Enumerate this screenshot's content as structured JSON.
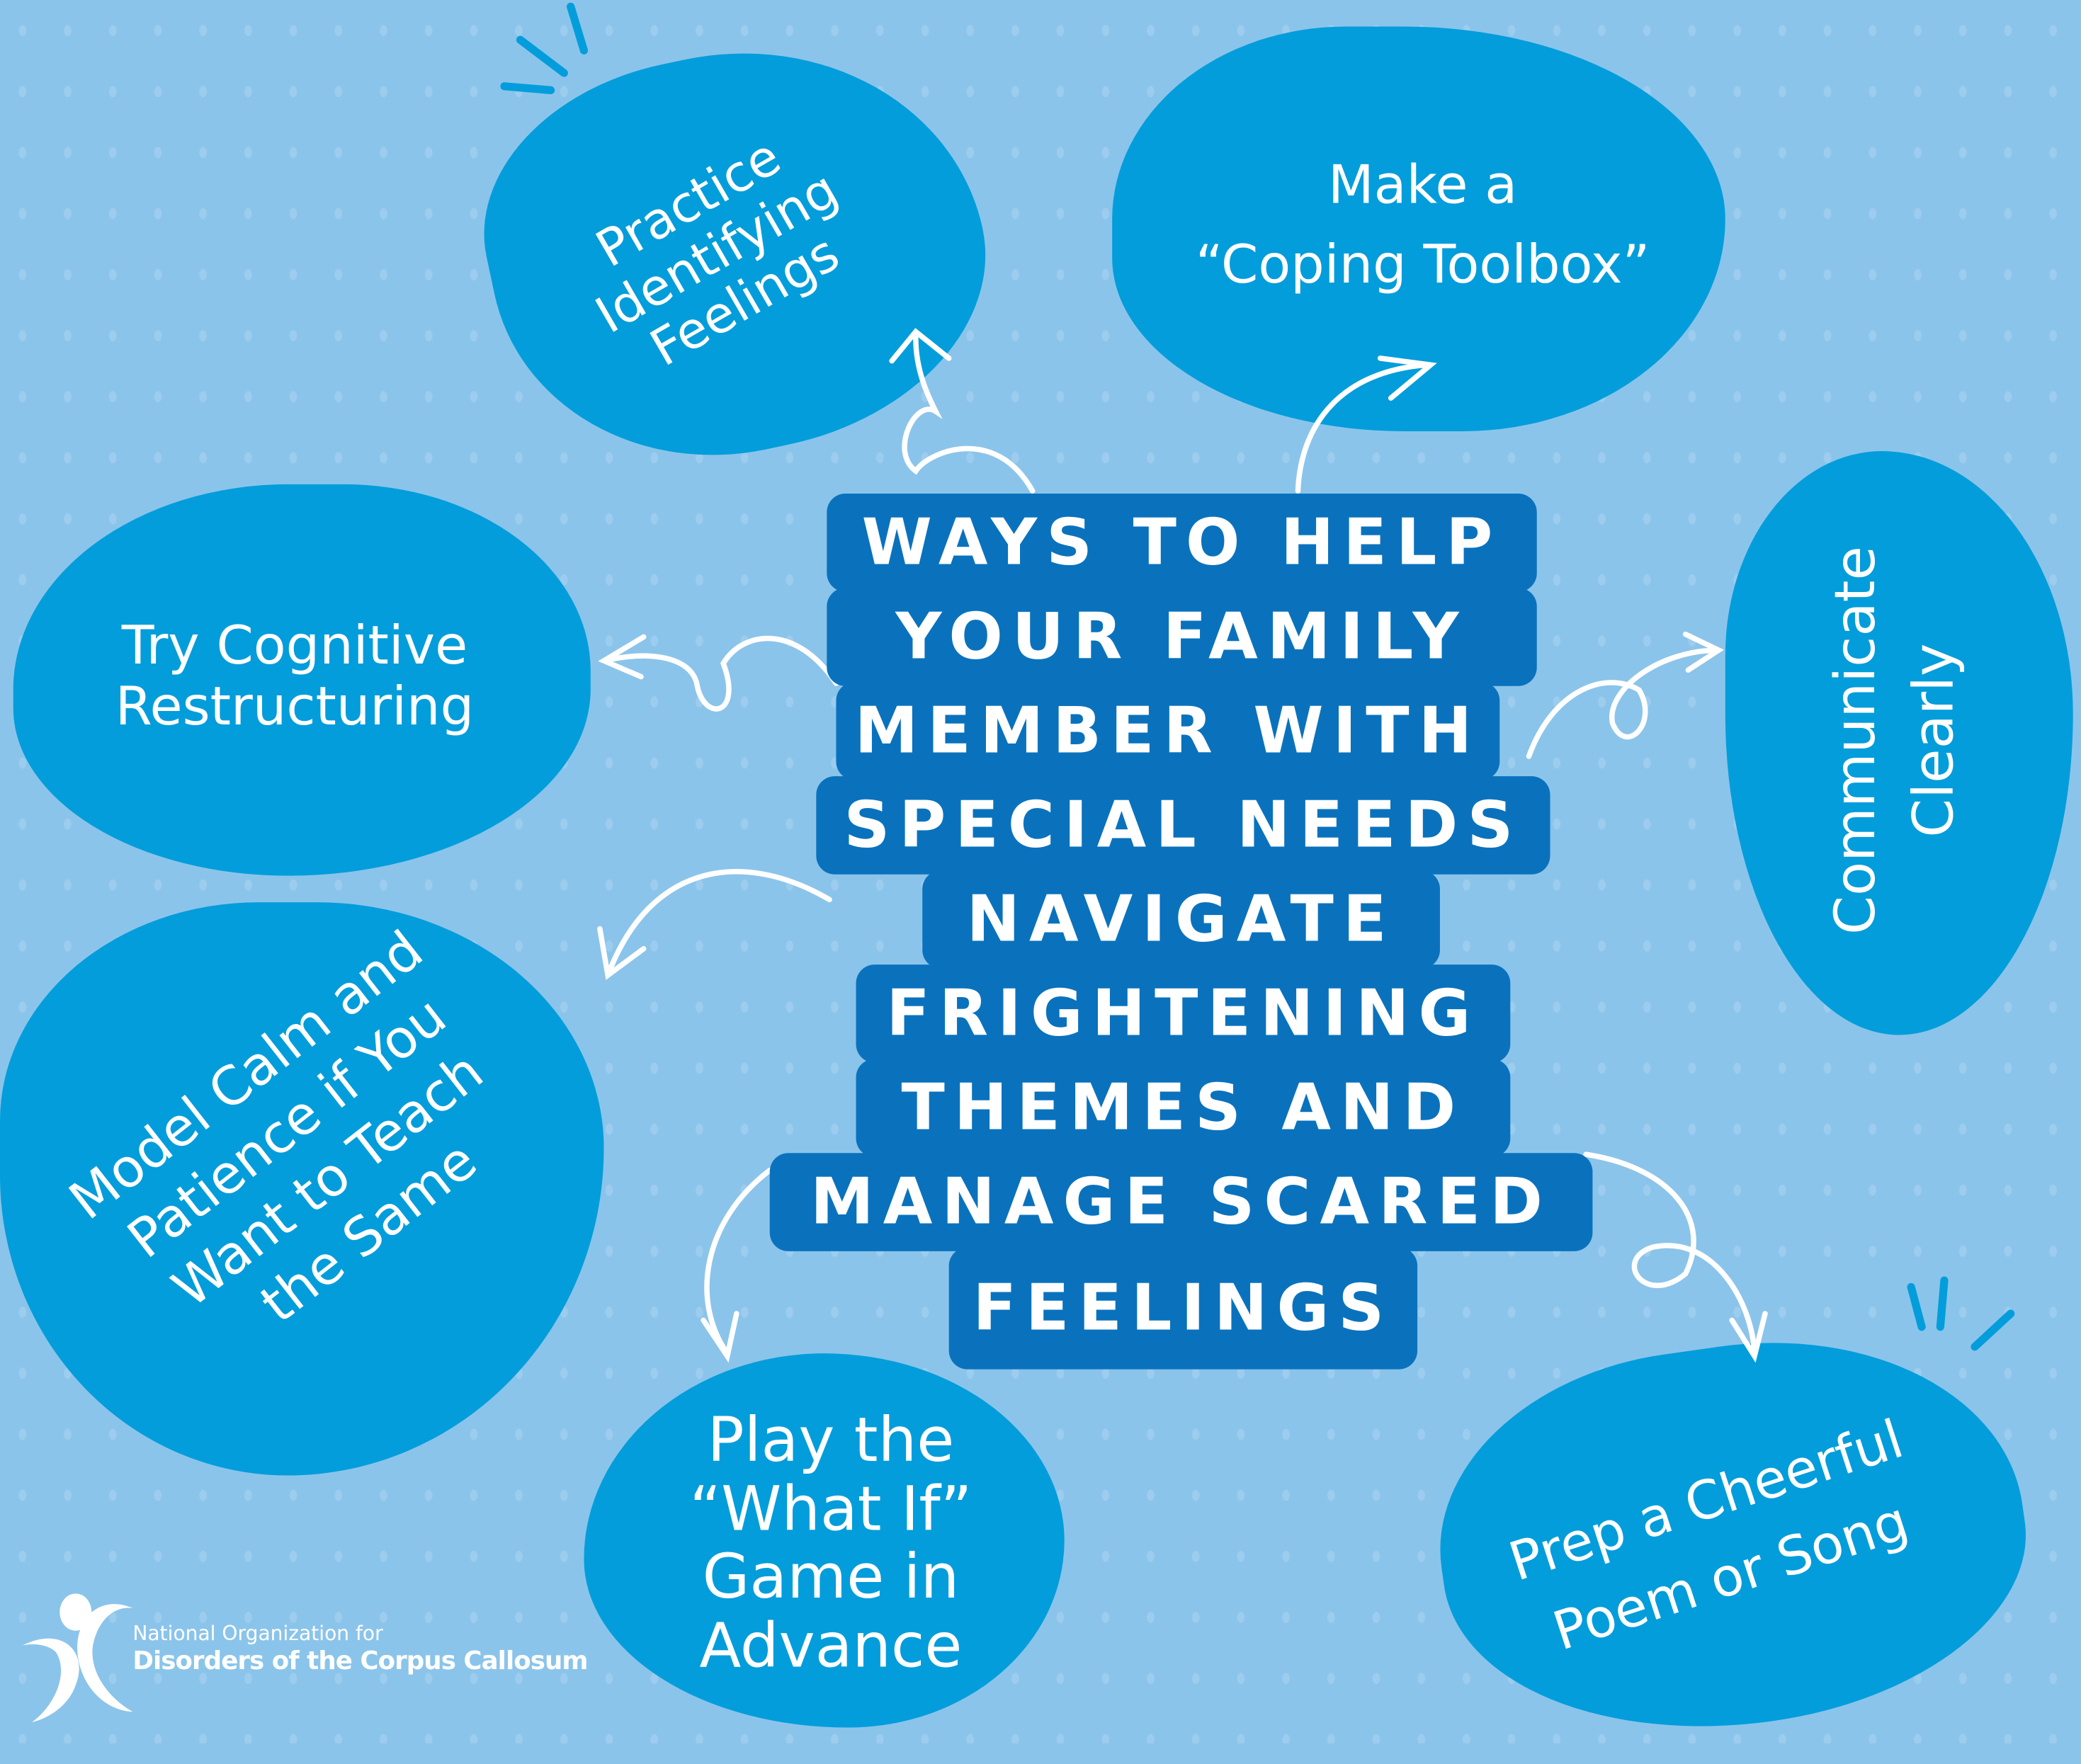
{
  "title_lines": [
    "WAYS TO HELP",
    "YOUR FAMILY",
    "MEMBER WITH",
    "SPECIAL NEEDS",
    "NAVIGATE",
    "FRIGHTENING",
    "THEMES AND",
    "MANAGE SCARED",
    "FEELINGS"
  ],
  "tips": {
    "practice": [
      "Practice",
      "Identifying",
      "Feelings"
    ],
    "coping": [
      "Make a",
      "“Coping Toolbox”"
    ],
    "cognitive": [
      "Try Cognitive",
      "Restructuring"
    ],
    "communicate": [
      "Communicate",
      "Clearly"
    ],
    "model": [
      "Model Calm and",
      "Patience if You",
      "Want to Teach",
      "the Same"
    ],
    "play": [
      "Play the",
      "“What If”",
      "Game in",
      "Advance"
    ],
    "prep": [
      "Prep a Cheerful",
      "Poem or Song"
    ]
  },
  "logo": {
    "line1": "National Organization for",
    "line2": "Disorders of the Corpus Callosum"
  },
  "colors": {
    "background": "#8bc4ea",
    "blob": "#039ddb",
    "title_box": "#0a72bd"
  }
}
